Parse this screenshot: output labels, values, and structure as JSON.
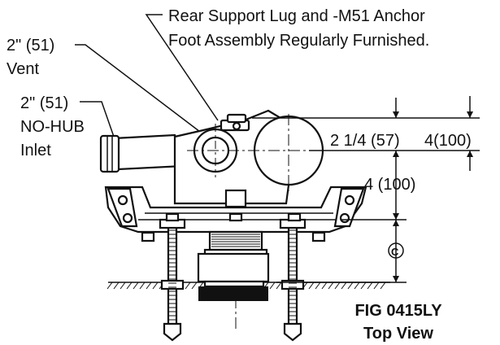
{
  "callouts": {
    "rear_support_line1": "Rear Support Lug and -M51 Anchor",
    "rear_support_line2": "Foot Assembly Regularly Furnished.",
    "vent_line1": "2\" (51)",
    "vent_line2": "Vent",
    "inlet_line1": "2\" (51)",
    "inlet_line2": "NO-HUB",
    "inlet_line3": "Inlet"
  },
  "dimensions": {
    "offset_small": "2 1/4 (57)",
    "offset_large": "4(100)",
    "height_to_flange": "4 (100)",
    "variable_symbol": "C"
  },
  "figure": {
    "id": "FIG 0415LY",
    "view": "Top View"
  }
}
